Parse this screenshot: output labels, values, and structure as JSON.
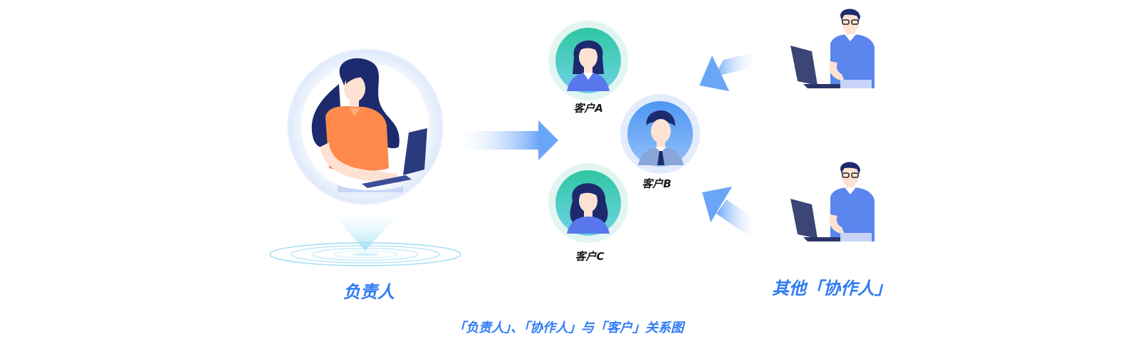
{
  "owner": {
    "label": "负责人"
  },
  "collaborators": {
    "label": "其他「协作人」"
  },
  "customers": [
    {
      "label": "客户A"
    },
    {
      "label": "客户B"
    },
    {
      "label": "客户C"
    }
  ],
  "caption": "「负责人」、「协作人」与「客户」关系图",
  "colors": {
    "accent": "#2f7bf4",
    "arrow": "#6aa5f7",
    "owner_shirt": "#ff8a4c",
    "collaborator_shirt": "#5b86ee",
    "customer_teal": "#36c9a8"
  },
  "icons": [
    "woman-at-laptop-icon",
    "man-at-laptop-icon",
    "customer-avatar-icon"
  ]
}
